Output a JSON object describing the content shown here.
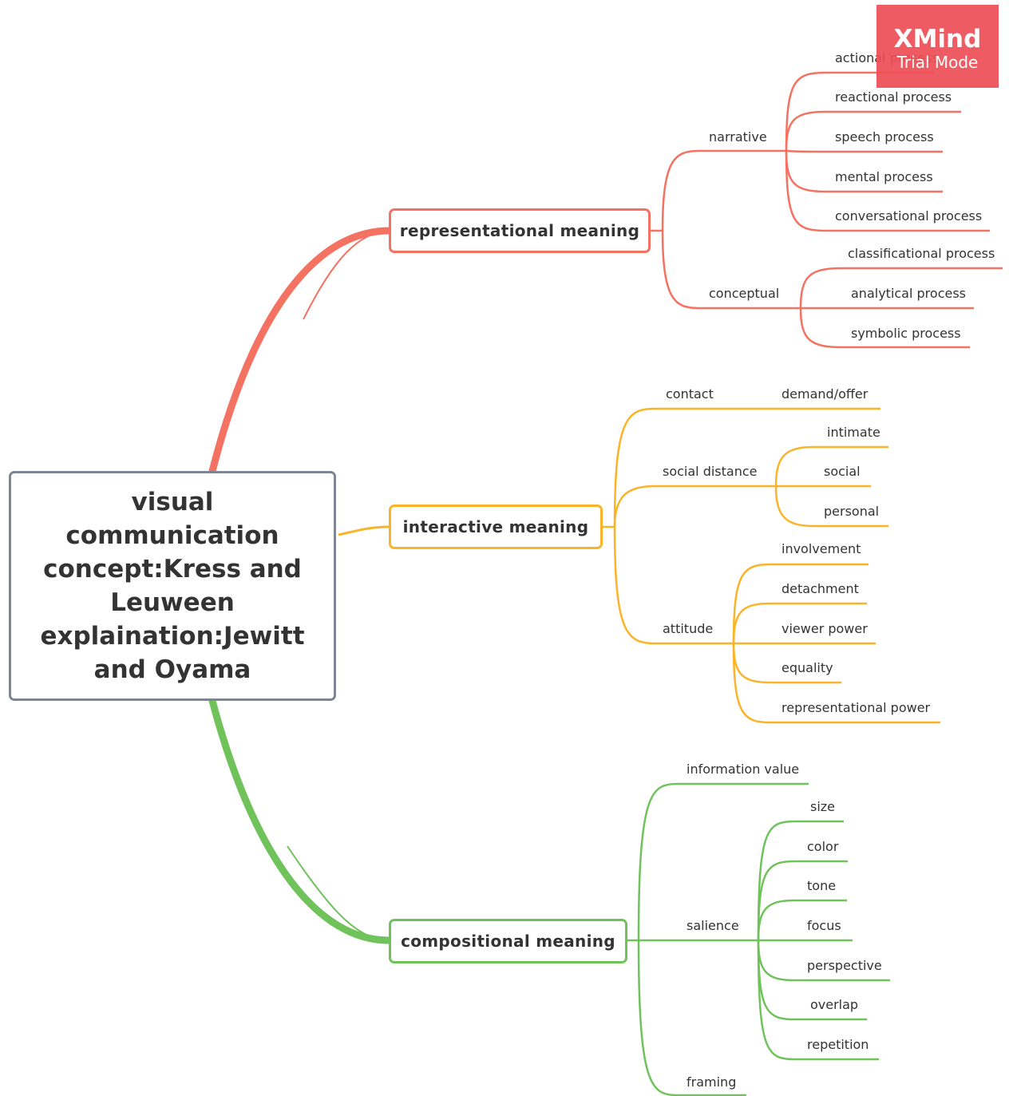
{
  "root": {
    "label": "visual\ncommunication\nconcept:Kress and\nLeuween\nexplaination:Jewitt\nand Oyama"
  },
  "colors": {
    "representational": "#f47262",
    "interactive": "#fbb429",
    "compositional": "#70c25b",
    "root_border": "#7d8596",
    "watermark": "#ee4d55"
  },
  "branches": {
    "representational": {
      "label": "representational meaning",
      "narrative": {
        "label": "narrative",
        "items": [
          "actional process",
          "reactional process",
          "speech process",
          "mental process",
          "conversational process"
        ]
      },
      "conceptual": {
        "label": "conceptual",
        "items": [
          "classificational process",
          "analytical process",
          "symbolic process"
        ]
      }
    },
    "interactive": {
      "label": "interactive meaning",
      "contact": {
        "label": "contact",
        "items": [
          "demand/offer"
        ]
      },
      "social_distance": {
        "label": "social distance",
        "items": [
          "intimate",
          "social",
          "personal"
        ]
      },
      "attitude": {
        "label": "attitude",
        "items": [
          "involvement",
          "detachment",
          "viewer power",
          "equality",
          "representational power"
        ]
      }
    },
    "compositional": {
      "label": "compositional meaning",
      "information_value": {
        "label": "information value"
      },
      "salience": {
        "label": "salience",
        "items": [
          "size",
          "color",
          "tone",
          "focus",
          "perspective",
          "overlap",
          "repetition"
        ]
      },
      "framing": {
        "label": "framing"
      }
    }
  },
  "watermark": {
    "title": "XMind",
    "subtitle": "Trial Mode"
  }
}
